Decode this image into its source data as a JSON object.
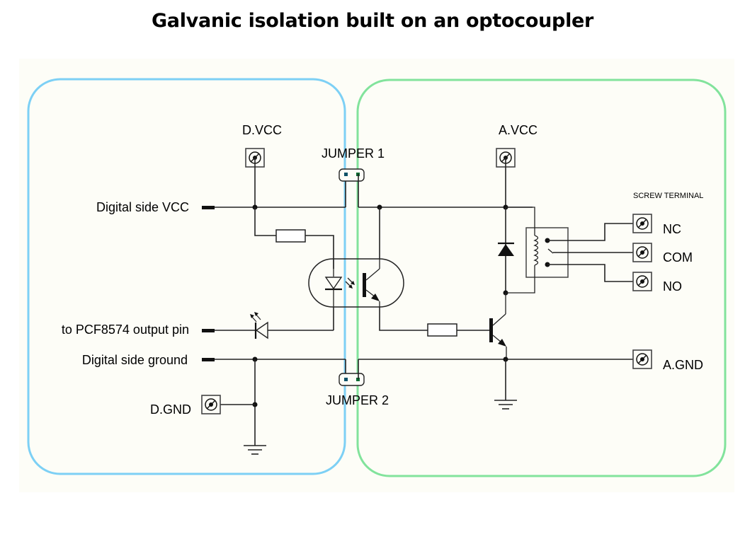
{
  "title": "Galvanic isolation built on an optocoupler",
  "colors": {
    "background": "#fdfdf7",
    "digital_zone_border": "#7dd0f5",
    "analog_zone_border": "#82e39c",
    "wire": "#222222"
  },
  "digital_side": {
    "supply_label": "D.VCC",
    "ground_terminal_label": "D.GND",
    "inputs": [
      {
        "label": "Digital side VCC"
      },
      {
        "label": "to PCF8574 output pin"
      },
      {
        "label": "Digital side ground"
      }
    ]
  },
  "jumpers": [
    {
      "label": "JUMPER 1"
    },
    {
      "label": "JUMPER 2"
    }
  ],
  "analog_side": {
    "supply_label": "A.VCC",
    "ground_label": "A.GND",
    "screw_terminal": {
      "title": "SCREW TERMINAL",
      "contacts": [
        {
          "label": "NC"
        },
        {
          "label": "COM"
        },
        {
          "label": "NO"
        }
      ]
    }
  }
}
